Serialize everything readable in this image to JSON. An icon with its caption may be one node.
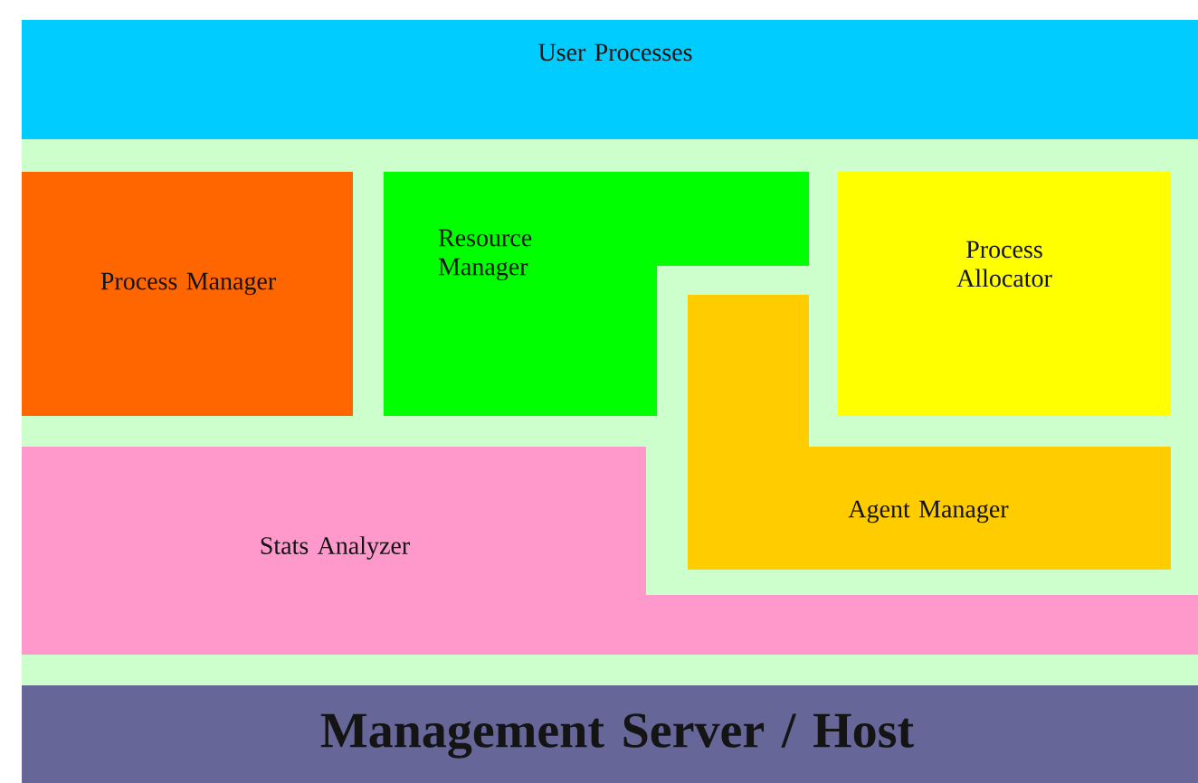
{
  "diagram": {
    "nodes": [
      {
        "text": [
          "User Processes"
        ]
      },
      {
        "text": [
          "Process Manager"
        ]
      },
      {
        "text": [
          "Resource Manager"
        ]
      },
      {
        "text": [
          "Process Allocator"
        ]
      },
      {
        "text": [
          "Agent Manager"
        ]
      },
      {
        "text": [
          "Stats Analyzer"
        ]
      },
      {
        "text": [
          "Management Server / Host"
        ]
      }
    ]
  }
}
